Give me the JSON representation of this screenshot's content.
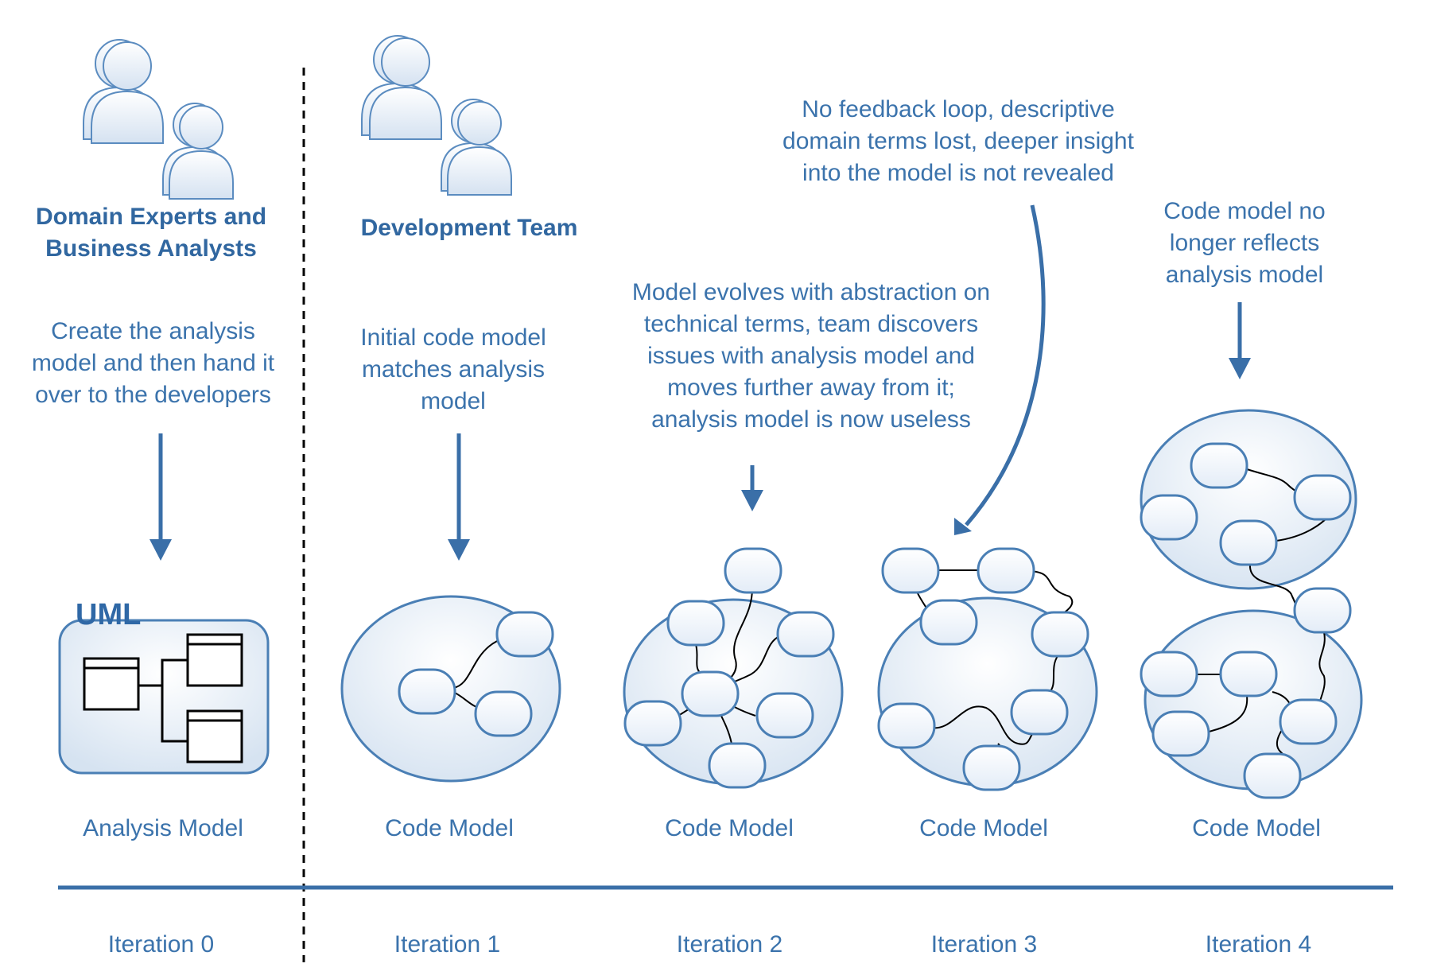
{
  "groups": {
    "domain_experts": "Domain Experts and\nBusiness Analysts",
    "development_team": "Development Team"
  },
  "notes": {
    "iteration0": "Create the analysis\nmodel and then hand it\nover to the developers",
    "iteration1": "Initial code model\nmatches analysis\nmodel",
    "iteration2": "Model evolves with abstraction on\ntechnical terms, team discovers\nissues with analysis model and\nmoves further away from it;\nanalysis model is now useless",
    "iteration3": "No feedback loop, descriptive\ndomain terms lost, deeper insight\ninto the model is not revealed",
    "iteration4": "Code model no\nlonger reflects\nanalysis model"
  },
  "models": {
    "uml_label": "UML",
    "analysis": "Analysis Model",
    "code1": "Code Model",
    "code2": "Code Model",
    "code3": "Code Model",
    "code4": "Code Model"
  },
  "timeline": {
    "iterations": [
      "Iteration 0",
      "Iteration 1",
      "Iteration 2",
      "Iteration 3",
      "Iteration 4"
    ]
  },
  "colors": {
    "text": "#3b73ac",
    "arrow": "#3a6fa8",
    "ellipse_stroke": "#4a7fb5",
    "ellipse_fill": "#e8f0f9",
    "divider": "#000000"
  },
  "icons": [
    "people-icon",
    "people-icon"
  ]
}
